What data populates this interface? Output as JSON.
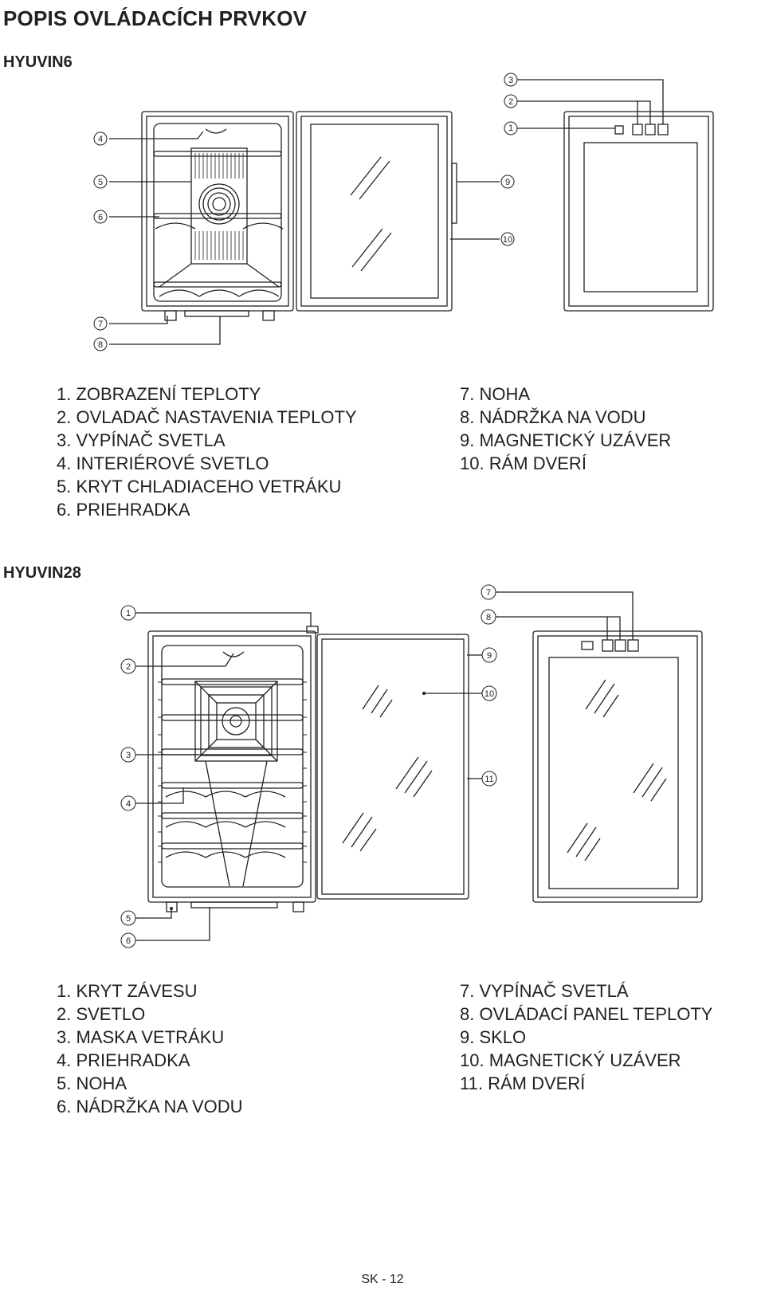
{
  "page_title": "POPIS OVLÁDACÍCH PRVKOV",
  "section1": {
    "model": "HYUVIN6",
    "callouts": [
      "1",
      "2",
      "3",
      "4",
      "5",
      "6",
      "7",
      "8",
      "9",
      "10"
    ],
    "legend_left": [
      "1. ZOBRAZENÍ TEPLOTY",
      "2. OVLADAČ NASTAVENIA TEPLOTY",
      "3. VYPÍNAČ SVETLA",
      "4. INTERIÉROVÉ SVETLO",
      "5. KRYT CHLADIACEHO VETRÁKU",
      "6. PRIEHRADKA"
    ],
    "legend_right": [
      "7. NOHA",
      "8. NÁDRŽKA NA VODU",
      "9. MAGNETICKÝ UZÁVER",
      "10. RÁM DVERÍ"
    ]
  },
  "section2": {
    "model": "HYUVIN28",
    "callouts": [
      "1",
      "2",
      "3",
      "4",
      "5",
      "6",
      "7",
      "8",
      "9",
      "10",
      "11"
    ],
    "legend_left": [
      "1. KRYT ZÁVESU",
      "2. SVETLO",
      "3. MASKA VETRÁKU",
      "4. PRIEHRADKA",
      "5. NOHA",
      "6. NÁDRŽKA NA VODU"
    ],
    "legend_right": [
      "7. VYPÍNAČ SVETLÁ",
      "8. OVLÁDACÍ PANEL TEPLOTY",
      "9. SKLO",
      "10. MAGNETICKÝ UZÁVER",
      "11. RÁM DVERÍ"
    ]
  },
  "footer": "SK - 12"
}
